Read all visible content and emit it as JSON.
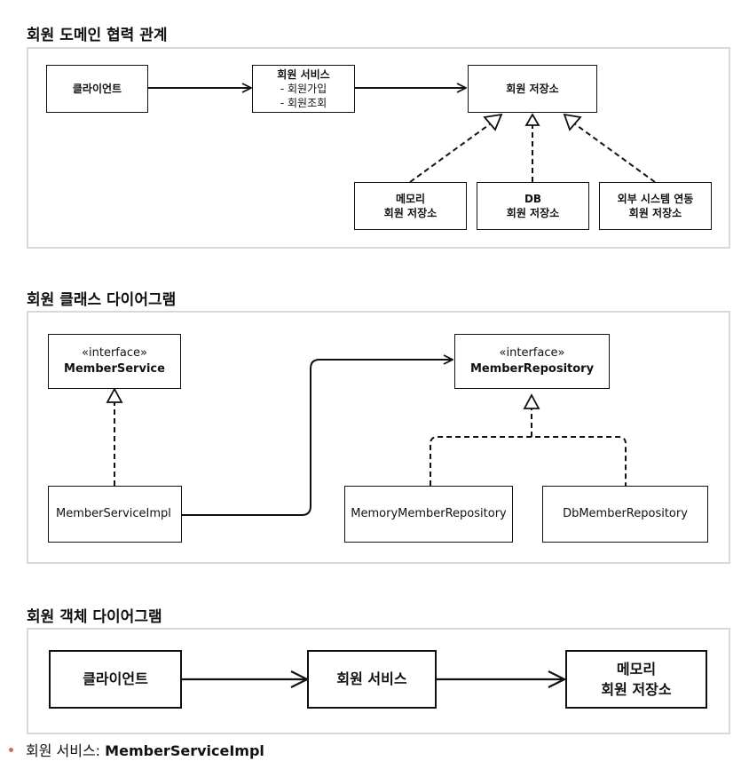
{
  "sections": [
    {
      "title": "회원 도메인 협력 관계",
      "nodes": {
        "client": {
          "lines": [
            "클라이언트"
          ]
        },
        "member_service": {
          "title": "회원 서비스",
          "items": [
            "- 회원가입",
            "- 회원조회"
          ]
        },
        "member_repository": {
          "lines": [
            "회원 저장소"
          ]
        },
        "memory_repository": {
          "lines": [
            "메모리",
            "회원 저장소"
          ]
        },
        "db_repository": {
          "lines": [
            "DB",
            "회원 저장소"
          ]
        },
        "external_repository": {
          "lines": [
            "외부 시스템 연동",
            "회원 저장소"
          ]
        }
      }
    },
    {
      "title": "회원 클래스 다이어그램",
      "nodes": {
        "member_service_interface": {
          "stereotype": "«interface»",
          "name": "MemberService"
        },
        "member_repository_interface": {
          "stereotype": "«interface»",
          "name": "MemberRepository"
        },
        "member_service_impl": {
          "name": "MemberServiceImpl"
        },
        "memory_member_repository": {
          "name": "MemoryMemberRepository"
        },
        "db_member_repository": {
          "name": "DbMemberRepository"
        }
      }
    },
    {
      "title": "회원 객체 다이어그램",
      "nodes": {
        "client": {
          "lines": [
            "클라이언트"
          ]
        },
        "member_service": {
          "lines": [
            "회원 서비스"
          ]
        },
        "memory_repository": {
          "lines": [
            "메모리",
            "회원 저장소"
          ]
        }
      }
    }
  ],
  "footnote": {
    "label": "회원 서비스: ",
    "value": "MemberServiceImpl"
  },
  "colors": {
    "line": "#111111",
    "panel_border": "#d9d9d9",
    "bullet": "#d06a6a"
  }
}
